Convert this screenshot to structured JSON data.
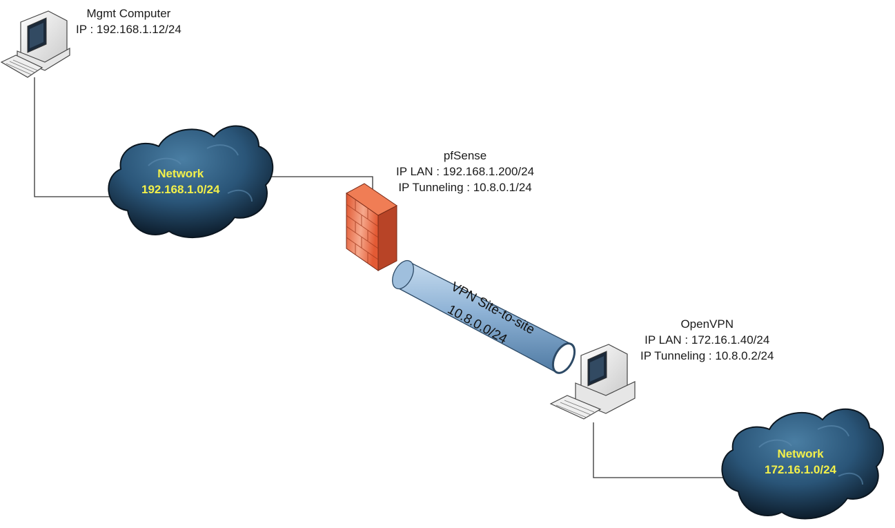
{
  "mgmt": {
    "name": "Mgmt Computer",
    "ip": "IP : 192.168.1.12/24"
  },
  "network_left": {
    "title": "Network",
    "subnet": "192.168.1.0/24"
  },
  "pfsense": {
    "name": "pfSense",
    "ip_lan": "IP LAN : 192.168.1.200/24",
    "ip_tunnel": "IP Tunneling : 10.8.0.1/24"
  },
  "tunnel": {
    "label": "VPN Site-to-site",
    "subnet": "10.8.0.0/24"
  },
  "openvpn": {
    "name": "OpenVPN",
    "ip_lan": "IP LAN : 172.16.1.40/24",
    "ip_tunnel": "IP Tunneling : 10.8.0.2/24"
  },
  "network_right": {
    "title": "Network",
    "subnet": "172.16.1.0/24"
  },
  "colors": {
    "cloud": "#244a66",
    "cloud_text": "#f3f04a",
    "firewall": "#e8643a",
    "tunnel": "#8fb3d6",
    "link": "#333333"
  }
}
